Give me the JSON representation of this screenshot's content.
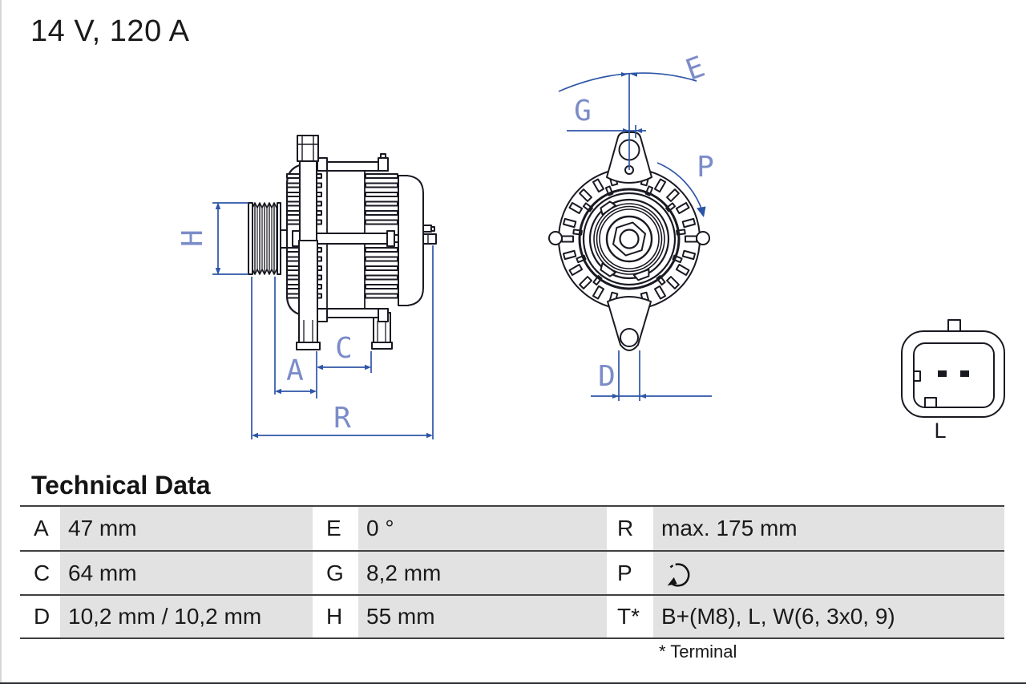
{
  "header": {
    "title": "14 V, 120 A"
  },
  "diagram": {
    "dim_labels": {
      "H": "H",
      "A": "A",
      "C": "C",
      "R": "R",
      "E": "E",
      "G": "G",
      "P": "P",
      "D": "D"
    },
    "connector_label": "L",
    "icons": [
      "rotation-direction-arrow-icon"
    ]
  },
  "technical_data": {
    "heading": "Technical Data",
    "rows": [
      [
        {
          "key": "A",
          "value": "47 mm"
        },
        {
          "key": "E",
          "value": "0 °"
        },
        {
          "key": "R",
          "value": "max. 175 mm"
        }
      ],
      [
        {
          "key": "C",
          "value": "64 mm"
        },
        {
          "key": "G",
          "value": "8,2 mm"
        },
        {
          "key": "P",
          "value": "",
          "icon": "rotation-cw-icon"
        }
      ],
      [
        {
          "key": "D",
          "value": "10,2 mm / 10,2 mm"
        },
        {
          "key": "H",
          "value": "55 mm"
        },
        {
          "key": "T*",
          "value": "B+(M8), L, W(6, 3x0, 9)"
        }
      ]
    ],
    "footnote": "* Terminal"
  },
  "colors": {
    "drawing_line": "#191922",
    "dimension_line": "#2d55a7",
    "dimension_label": "#7b8cc9",
    "table_cell_bg": "#e2e2e2",
    "table_rule": "#404040"
  }
}
